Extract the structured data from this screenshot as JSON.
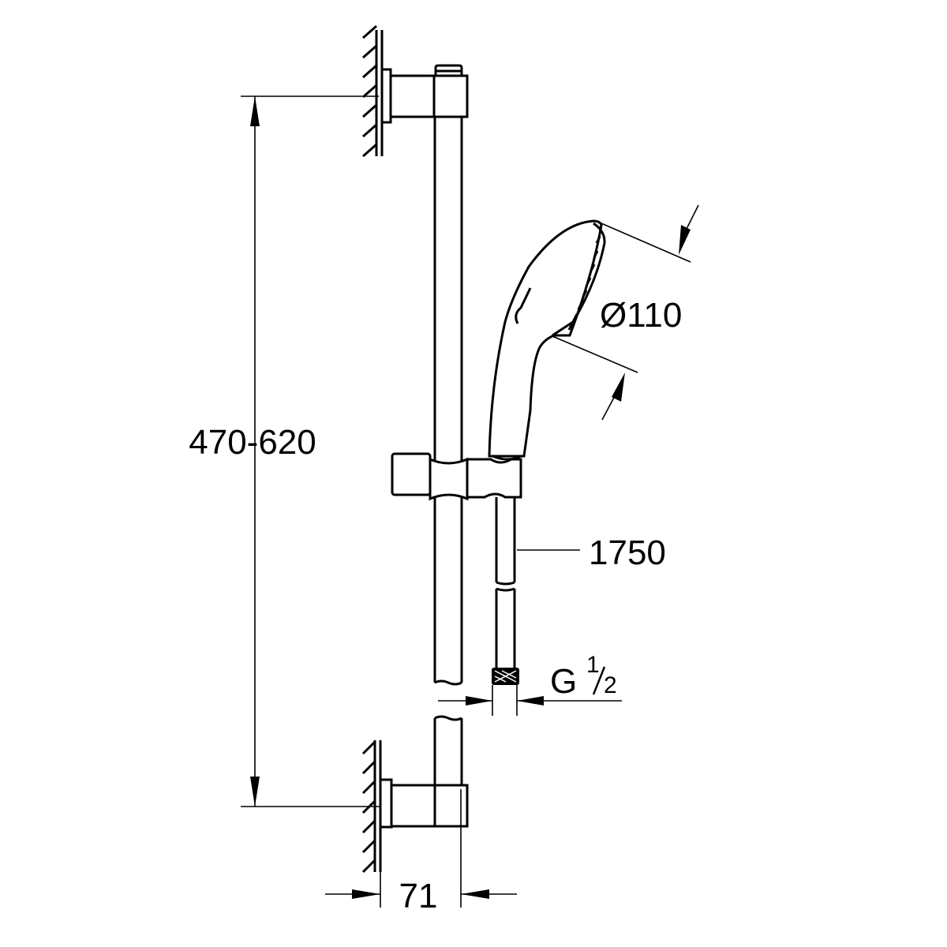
{
  "drawing": {
    "height_range_label": "470-620",
    "head_diameter_label": "Ø110",
    "hose_length_label": "1750",
    "thread_label_main": "G",
    "thread_label_num": "1",
    "thread_label_den": "2",
    "wall_offset_label": "71",
    "line_color": "#000000",
    "background_color": "#ffffff"
  }
}
